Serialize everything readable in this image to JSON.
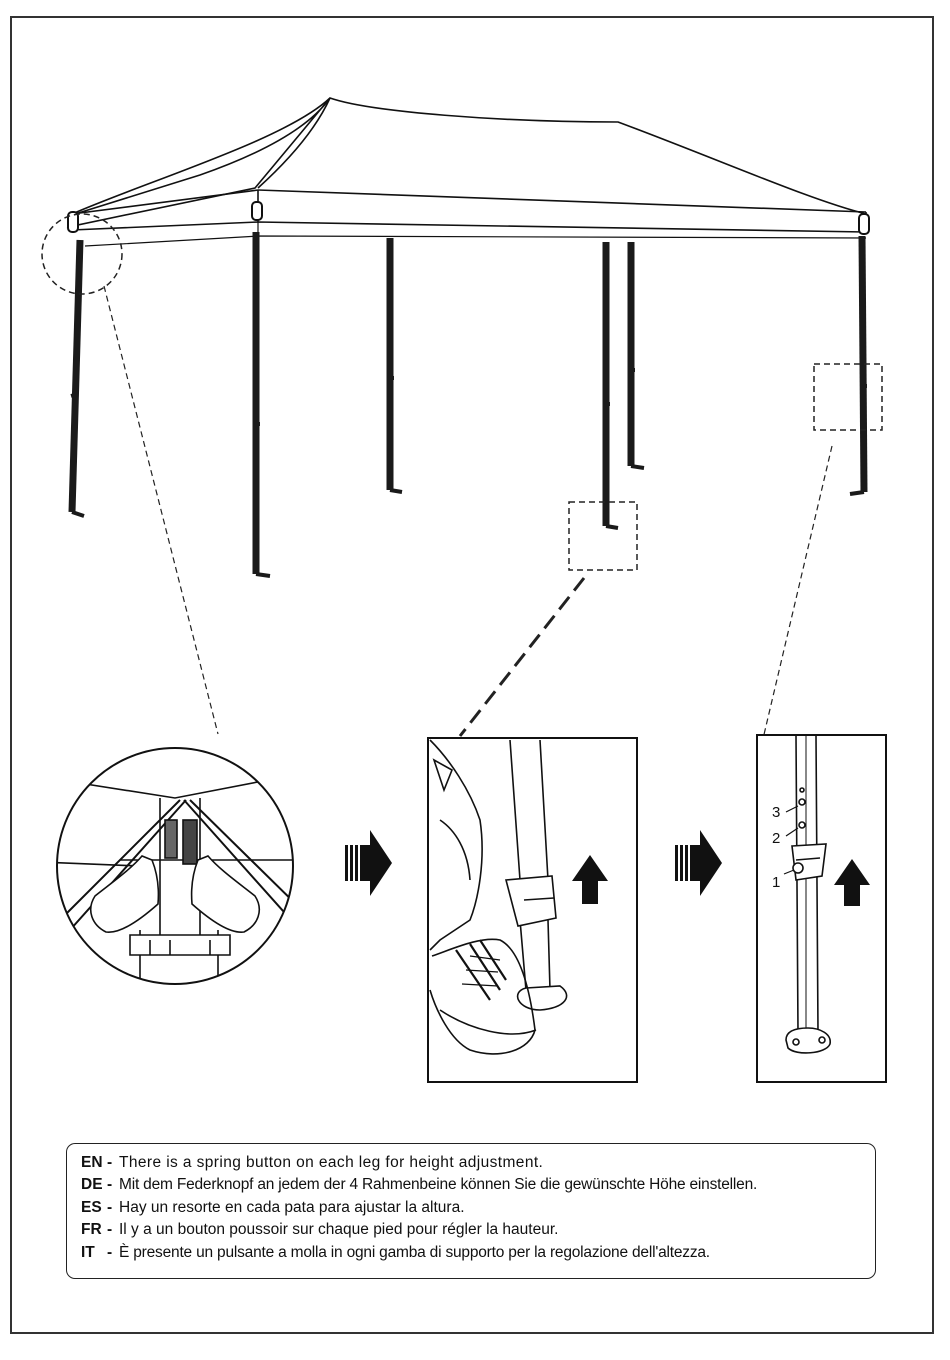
{
  "figure": {
    "step_labels": [
      "3",
      "2",
      "1"
    ],
    "icons": [
      "tent-canopy-illustration",
      "spring-button-detail",
      "arrow-right-icon",
      "arrow-up-icon",
      "foot-on-leg-illustration",
      "hands-adjust-illustration"
    ]
  },
  "instructions": [
    {
      "code": "EN",
      "sep": "-",
      "text": "There is a spring button on each leg for height adjustment."
    },
    {
      "code": "DE",
      "sep": "-",
      "text": "Mit dem Federknopf an jedem der 4 Rahmenbeine können Sie die gewünschte Höhe einstellen."
    },
    {
      "code": "ES",
      "sep": "-",
      "text": "Hay un resorte en cada pata para ajustar la altura."
    },
    {
      "code": "FR",
      "sep": "-",
      "text": "Il y a un bouton poussoir sur chaque pied pour régler la hauteur."
    },
    {
      "code": "IT",
      "sep": "-",
      "text": "È presente un pulsante a molla in ogni gamba di supporto per la regolazione dell'altezza."
    }
  ]
}
